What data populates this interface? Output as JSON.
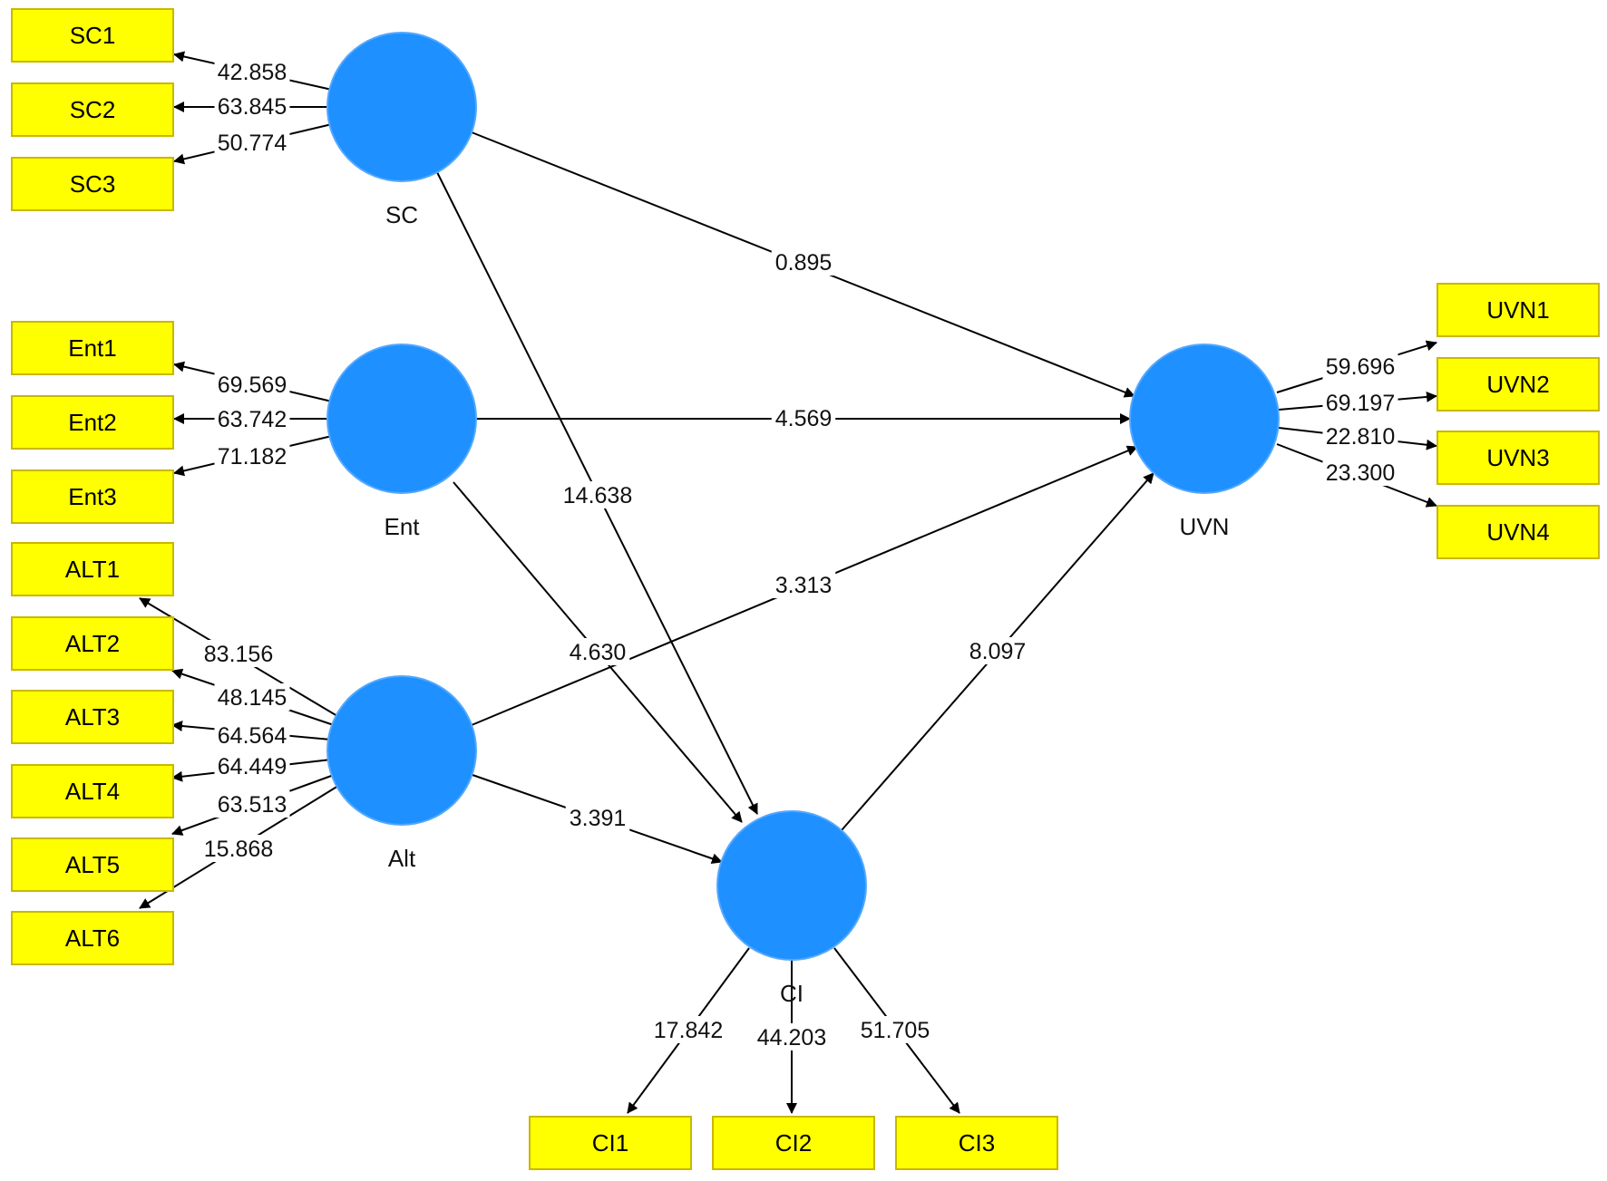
{
  "colors": {
    "latent_fill": "#1E90FF",
    "latent_stroke": "#53A8FF",
    "indicator_fill": "#FFFF00",
    "indicator_stroke": "#C9B800",
    "line": "#000000",
    "background": "#FFFFFF"
  },
  "constructs": [
    {
      "id": "SC",
      "label": "SC"
    },
    {
      "id": "Ent",
      "label": "Ent"
    },
    {
      "id": "Alt",
      "label": "Alt"
    },
    {
      "id": "CI",
      "label": "CI"
    },
    {
      "id": "UVN",
      "label": "UVN"
    }
  ],
  "indicators": [
    {
      "id": "SC1",
      "label": "SC1"
    },
    {
      "id": "SC2",
      "label": "SC2"
    },
    {
      "id": "SC3",
      "label": "SC3"
    },
    {
      "id": "Ent1",
      "label": "Ent1"
    },
    {
      "id": "Ent2",
      "label": "Ent2"
    },
    {
      "id": "Ent3",
      "label": "Ent3"
    },
    {
      "id": "ALT1",
      "label": "ALT1"
    },
    {
      "id": "ALT2",
      "label": "ALT2"
    },
    {
      "id": "ALT3",
      "label": "ALT3"
    },
    {
      "id": "ALT4",
      "label": "ALT4"
    },
    {
      "id": "ALT5",
      "label": "ALT5"
    },
    {
      "id": "ALT6",
      "label": "ALT6"
    },
    {
      "id": "UVN1",
      "label": "UVN1"
    },
    {
      "id": "UVN2",
      "label": "UVN2"
    },
    {
      "id": "UVN3",
      "label": "UVN3"
    },
    {
      "id": "UVN4",
      "label": "UVN4"
    },
    {
      "id": "CI1",
      "label": "CI1"
    },
    {
      "id": "CI2",
      "label": "CI2"
    },
    {
      "id": "CI3",
      "label": "CI3"
    }
  ],
  "outer_loadings": [
    {
      "from": "SC",
      "to": "SC1",
      "value": "42.858"
    },
    {
      "from": "SC",
      "to": "SC2",
      "value": "63.845"
    },
    {
      "from": "SC",
      "to": "SC3",
      "value": "50.774"
    },
    {
      "from": "Ent",
      "to": "Ent1",
      "value": "69.569"
    },
    {
      "from": "Ent",
      "to": "Ent2",
      "value": "63.742"
    },
    {
      "from": "Ent",
      "to": "Ent3",
      "value": "71.182"
    },
    {
      "from": "Alt",
      "to": "ALT1",
      "value": "83.156"
    },
    {
      "from": "Alt",
      "to": "ALT2",
      "value": "48.145"
    },
    {
      "from": "Alt",
      "to": "ALT3",
      "value": "64.564"
    },
    {
      "from": "Alt",
      "to": "ALT4",
      "value": "64.449"
    },
    {
      "from": "Alt",
      "to": "ALT5",
      "value": "63.513"
    },
    {
      "from": "Alt",
      "to": "ALT6",
      "value": "15.868"
    },
    {
      "from": "UVN",
      "to": "UVN1",
      "value": "59.696"
    },
    {
      "from": "UVN",
      "to": "UVN2",
      "value": "69.197"
    },
    {
      "from": "UVN",
      "to": "UVN3",
      "value": "22.810"
    },
    {
      "from": "UVN",
      "to": "UVN4",
      "value": "23.300"
    },
    {
      "from": "CI",
      "to": "CI1",
      "value": "17.842"
    },
    {
      "from": "CI",
      "to": "CI2",
      "value": "44.203"
    },
    {
      "from": "CI",
      "to": "CI3",
      "value": "51.705"
    }
  ],
  "inner_paths": [
    {
      "from": "SC",
      "to": "UVN",
      "value": "0.895"
    },
    {
      "from": "Ent",
      "to": "UVN",
      "value": "4.569"
    },
    {
      "from": "SC",
      "to": "CI",
      "value": "14.638"
    },
    {
      "from": "Alt",
      "to": "UVN",
      "value": "3.313"
    },
    {
      "from": "Ent",
      "to": "CI",
      "value": "4.630"
    },
    {
      "from": "CI",
      "to": "UVN",
      "value": "8.097"
    },
    {
      "from": "Alt",
      "to": "CI",
      "value": "3.391"
    }
  ]
}
